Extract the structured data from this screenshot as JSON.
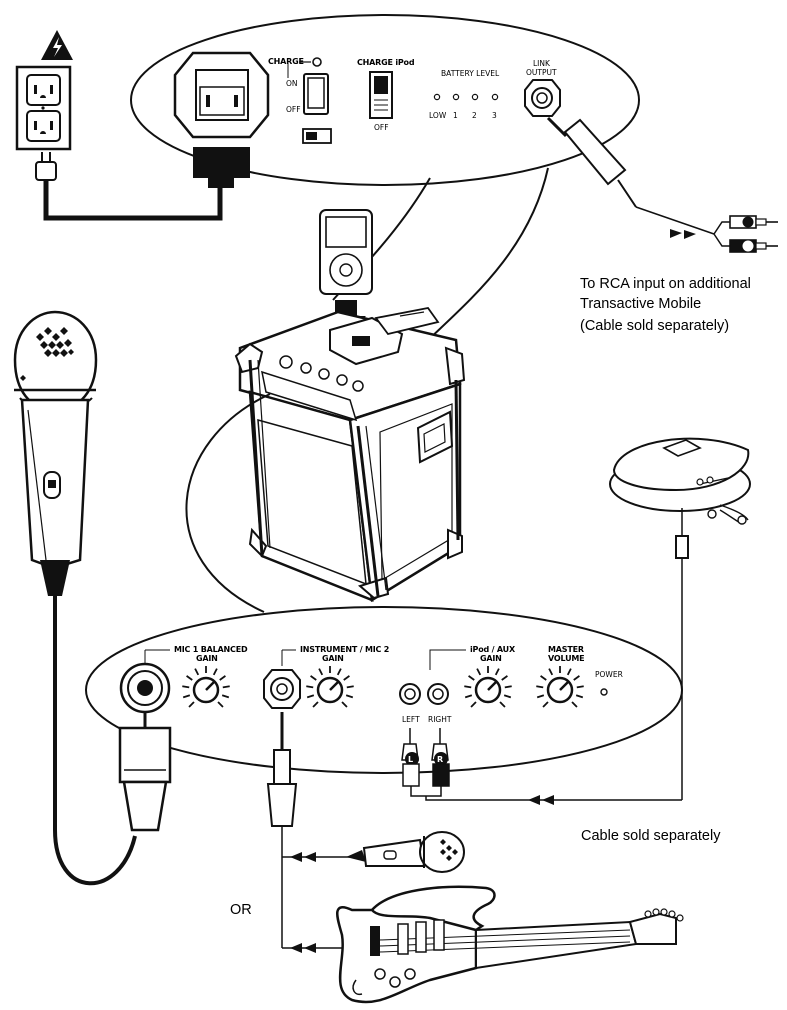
{
  "top_panel": {
    "charge": "CHARGE",
    "on": "ON",
    "off": "OFF",
    "charge_ipod": "CHARGE iPod",
    "charge_ipod_off": "OFF",
    "battery_level": "BATTERY LEVEL",
    "battery_steps": [
      "LOW",
      "1",
      "2",
      "3"
    ],
    "link_output_line1": "LINK",
    "link_output_line2": "OUTPUT"
  },
  "bottom_panel": {
    "mic1_line1": "MIC 1 BALANCED",
    "mic1_line2": "GAIN",
    "inst_line1": "INSTRUMENT / MIC 2",
    "inst_line2": "GAIN",
    "aux_line1": "iPod / AUX",
    "aux_line2": "GAIN",
    "master_line1": "MASTER",
    "master_line2": "VOLUME",
    "power": "POWER",
    "left": "LEFT",
    "right": "RIGHT"
  },
  "plugs": {
    "left_letter": "L",
    "right_letter": "R"
  },
  "notes": {
    "rca_line1": "To RCA input on additional",
    "rca_line2": "Transactive Mobile",
    "rca_line3": "(Cable sold separately)",
    "cable_sold": "Cable sold separately",
    "or": "OR"
  },
  "colors": {
    "ink": "#111111",
    "paper": "#ffffff",
    "shade": "#d8d8d8"
  }
}
